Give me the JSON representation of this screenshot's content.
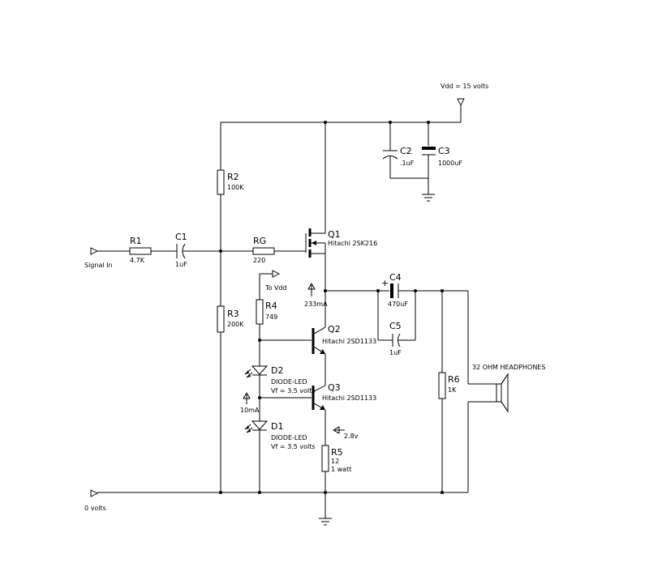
{
  "supply": {
    "label": "Vdd = 15 volts"
  },
  "input": {
    "label": "Signal In"
  },
  "ground_rail": {
    "label": "0 volts"
  },
  "r1": {
    "name": "R1",
    "value": "4.7K"
  },
  "c1": {
    "name": "C1",
    "value": "1uF"
  },
  "rg": {
    "name": "RG",
    "value": "220"
  },
  "r2": {
    "name": "R2",
    "value": "100K"
  },
  "r3": {
    "name": "R3",
    "value": "200K"
  },
  "q1": {
    "name": "Q1",
    "part": "Hitachi 2SK216"
  },
  "c2": {
    "name": "C2",
    "value": ".1uF"
  },
  "c3": {
    "name": "C3",
    "value": "1000uF"
  },
  "r4": {
    "name": "R4",
    "value": "749"
  },
  "to_vdd": {
    "label": "To Vdd"
  },
  "current_q": {
    "label": "233mA"
  },
  "q2": {
    "name": "Q2",
    "part": "Hitachi 2SD1133"
  },
  "q3": {
    "name": "Q3",
    "part": "Hitachi 2SD1133"
  },
  "d2": {
    "name": "D2",
    "type": "DIODE-LED",
    "vf": "Vf = 3.5 volts"
  },
  "d1": {
    "name": "D1",
    "type": "DIODE-LED",
    "vf": "Vf = 3.5 volts"
  },
  "current_led": {
    "label": "10mA"
  },
  "voltage_r5": {
    "label": "2.8v"
  },
  "r5": {
    "name": "R5",
    "value": "12",
    "power": "1 watt"
  },
  "c4": {
    "name": "C4",
    "value": "470uF",
    "polarity": "+"
  },
  "c5": {
    "name": "C5",
    "value": "1uF"
  },
  "r6": {
    "name": "R6",
    "value": "1K"
  },
  "speaker": {
    "label": "32 OHM HEADPHONES"
  }
}
